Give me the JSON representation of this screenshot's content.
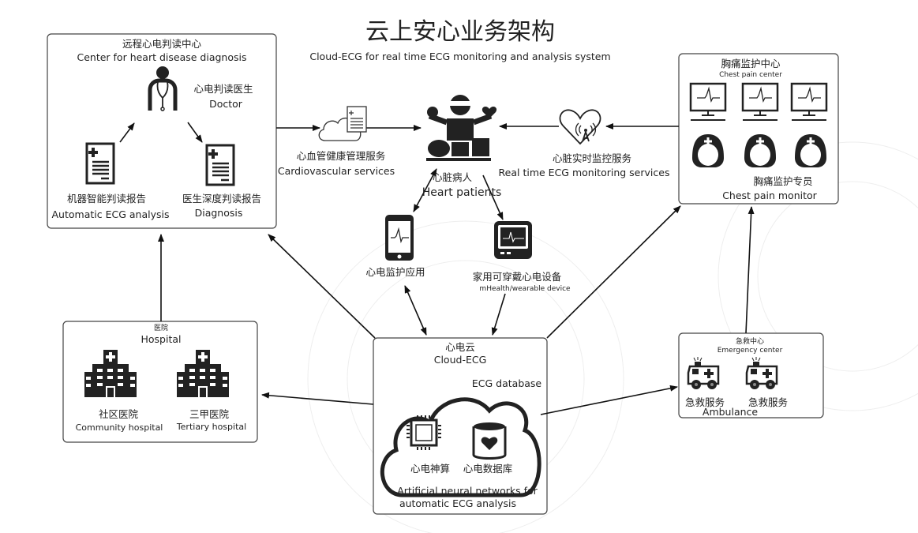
{
  "title": "云上安心业务架构",
  "subtitle": "Cloud-ECG for real time ECG monitoring and analysis system",
  "colors": {
    "icon": "#222222",
    "border": "#444444",
    "arrow": "#111111"
  },
  "diagnosis_center": {
    "title_zh": "远程心电判读中心",
    "title_en": "Center for heart disease diagnosis",
    "doctor_zh": "心电判读医生",
    "doctor_en": "Doctor",
    "auto_zh": "机器智能判读报告",
    "auto_en": "Automatic ECG analysis",
    "diag_zh": "医生深度判读报告",
    "diag_en": "Diagnosis"
  },
  "cardio_service": {
    "zh": "心血管健康管理服务",
    "en": "Cardiovascular services"
  },
  "patient": {
    "zh": "心脏病人",
    "en": "Heart patients"
  },
  "realtime_service": {
    "zh": "心脏实时监控服务",
    "en": "Real time ECG monitoring services"
  },
  "chest_center": {
    "title_zh": "胸痛监护中心",
    "title_en": "Chest pain center",
    "monitor_zh": "胸痛监护专员",
    "monitor_en": "Chest pain monitor"
  },
  "app": {
    "zh": "心电监护应用"
  },
  "device": {
    "zh": "家用可穿戴心电设备",
    "en": "mHealth/wearable device"
  },
  "hospital": {
    "title_zh": "医院",
    "title_en": "Hospital",
    "community_zh": "社区医院",
    "community_en": "Community hospital",
    "tertiary_zh": "三甲医院",
    "tertiary_en": "Tertiary hospital"
  },
  "cloud": {
    "title_zh": "心电云",
    "title_en": "Cloud-ECG",
    "db_en": "ECG database",
    "compute_zh": "心电神算",
    "db_zh": "心电数据库",
    "ann_line1": "Artificial neural networks for",
    "ann_line2": "automatic ECG analysis"
  },
  "emergency": {
    "title_zh": "急救中心",
    "title_en": "Emergency center",
    "service1_zh": "急救服务",
    "service2_zh": "急救服务",
    "ambulance_en": "Ambulance"
  }
}
